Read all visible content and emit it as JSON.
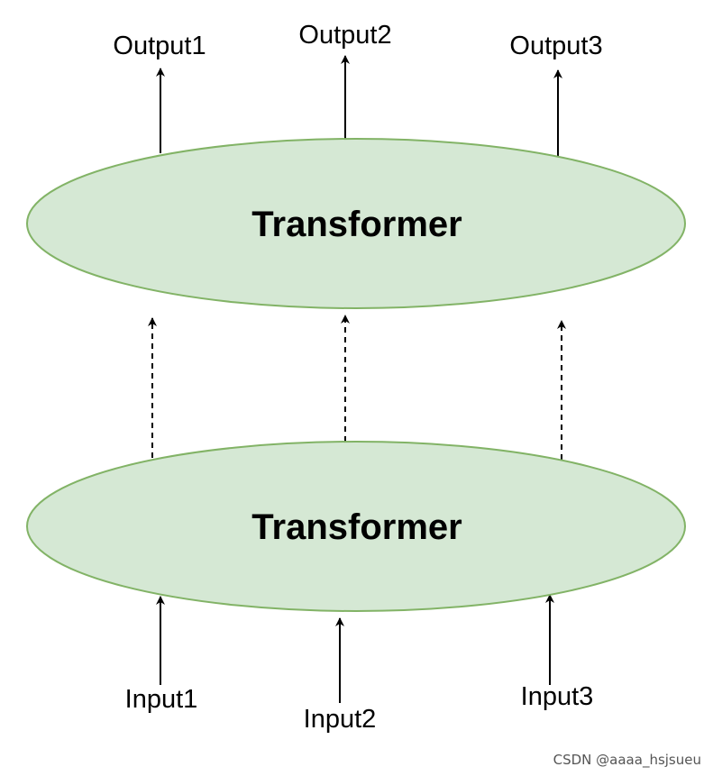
{
  "diagram": {
    "top_block": {
      "label": "Transformer"
    },
    "bottom_block": {
      "label": "Transformer"
    },
    "outputs": [
      "Output1",
      "Output2",
      "Output3"
    ],
    "inputs": [
      "Input1",
      "Input2",
      "Input3"
    ]
  },
  "watermark": "CSDN @aaaa_hsjsueu",
  "colors": {
    "block_fill": "#d5e8d4",
    "block_stroke": "#82b366",
    "line": "#000000"
  }
}
